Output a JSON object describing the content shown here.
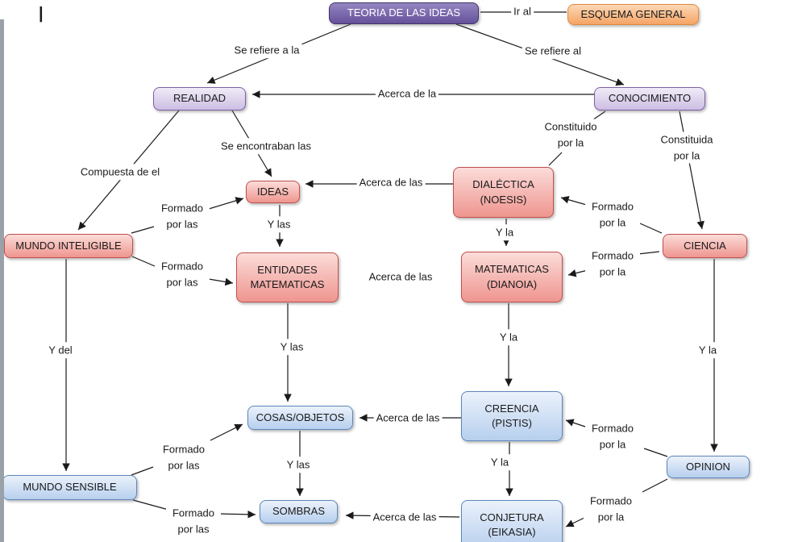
{
  "page": {
    "cursor_glyph": "|"
  },
  "nodes": {
    "teoria": "TEORIA DE LAS IDEAS",
    "esquema": "ESQUEMA GENERAL",
    "realidad": "REALIDAD",
    "conocimiento": "CONOCIMIENTO",
    "ideas": "IDEAS",
    "dialectica": "DIALÉCTICA (NOESIS)",
    "mundo_inteligible": "MUNDO INTELIGIBLE",
    "ciencia": "CIENCIA",
    "entidades": "ENTIDADES MATEMATICAS",
    "matematicas": "MATEMATICAS (DIANOIA)",
    "cosas": "COSAS/OBJETOS",
    "creencia": "CREENCIA (PISTIS)",
    "mundo_sensible": "MUNDO SENSIBLE",
    "sombras": "SOMBRAS",
    "conjetura": "CONJETURA (EIKASIA)",
    "opinion": "OPINION"
  },
  "edge_labels": {
    "ir_al": "Ir al",
    "se_refiere_a_la": "Se refiere a la",
    "se_refiere_al": "Se refiere al",
    "acerca_de_la": "Acerca de la",
    "acerca_de_las": "Acerca de las",
    "constituido_por_la": "Constituido por la",
    "constituida_por_la": "Constituida por la",
    "se_encontraban_las": "Se encontraban las",
    "compuesta_de_el": "Compuesta de el",
    "formado_por_las": "Formado por las",
    "formado_por_la": "Formado por la",
    "y_las": "Y las",
    "y_la": "Y la",
    "y_del": "Y del"
  },
  "colors": {
    "node_dark_purple": "#64519a",
    "node_light_purple": "#cdbee3",
    "node_pink": "#ef958f",
    "node_blue": "#b7cfee",
    "node_orange": "#f5a466",
    "line": "#1a1a1a"
  }
}
